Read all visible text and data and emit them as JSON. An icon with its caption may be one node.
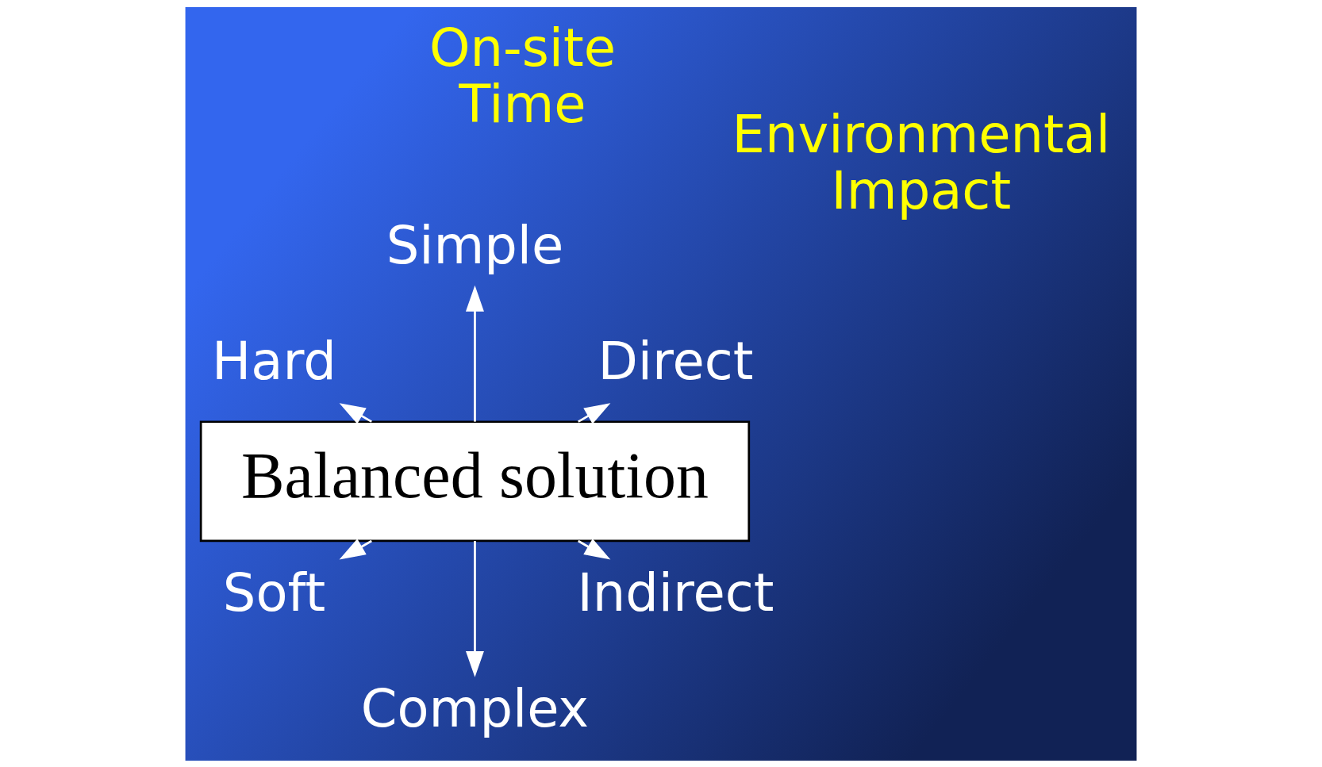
{
  "diagram": {
    "nodes": [
      {
        "text": [
          "Balanced solution"
        ]
      },
      {
        "text": [
          "Direct"
        ]
      },
      {
        "text": [
          "Simple"
        ]
      },
      {
        "text": [
          "Hard"
        ]
      },
      {
        "text": [
          "Soft"
        ]
      },
      {
        "text": [
          "Complex"
        ]
      },
      {
        "text": [
          "Indirect"
        ]
      }
    ],
    "edges": [
      {
        "from": 0,
        "to": 1,
        "arrow": "to"
      },
      {
        "from": 0,
        "to": 2,
        "arrow": "to"
      },
      {
        "from": 0,
        "to": 3,
        "arrow": "to"
      },
      {
        "from": 0,
        "to": 4,
        "arrow": "to"
      },
      {
        "from": 0,
        "to": 5,
        "arrow": "to"
      },
      {
        "from": 0,
        "to": 6,
        "arrow": "to"
      }
    ],
    "labels": [
      "On-site Time",
      "Environmental Impact"
    ]
  }
}
